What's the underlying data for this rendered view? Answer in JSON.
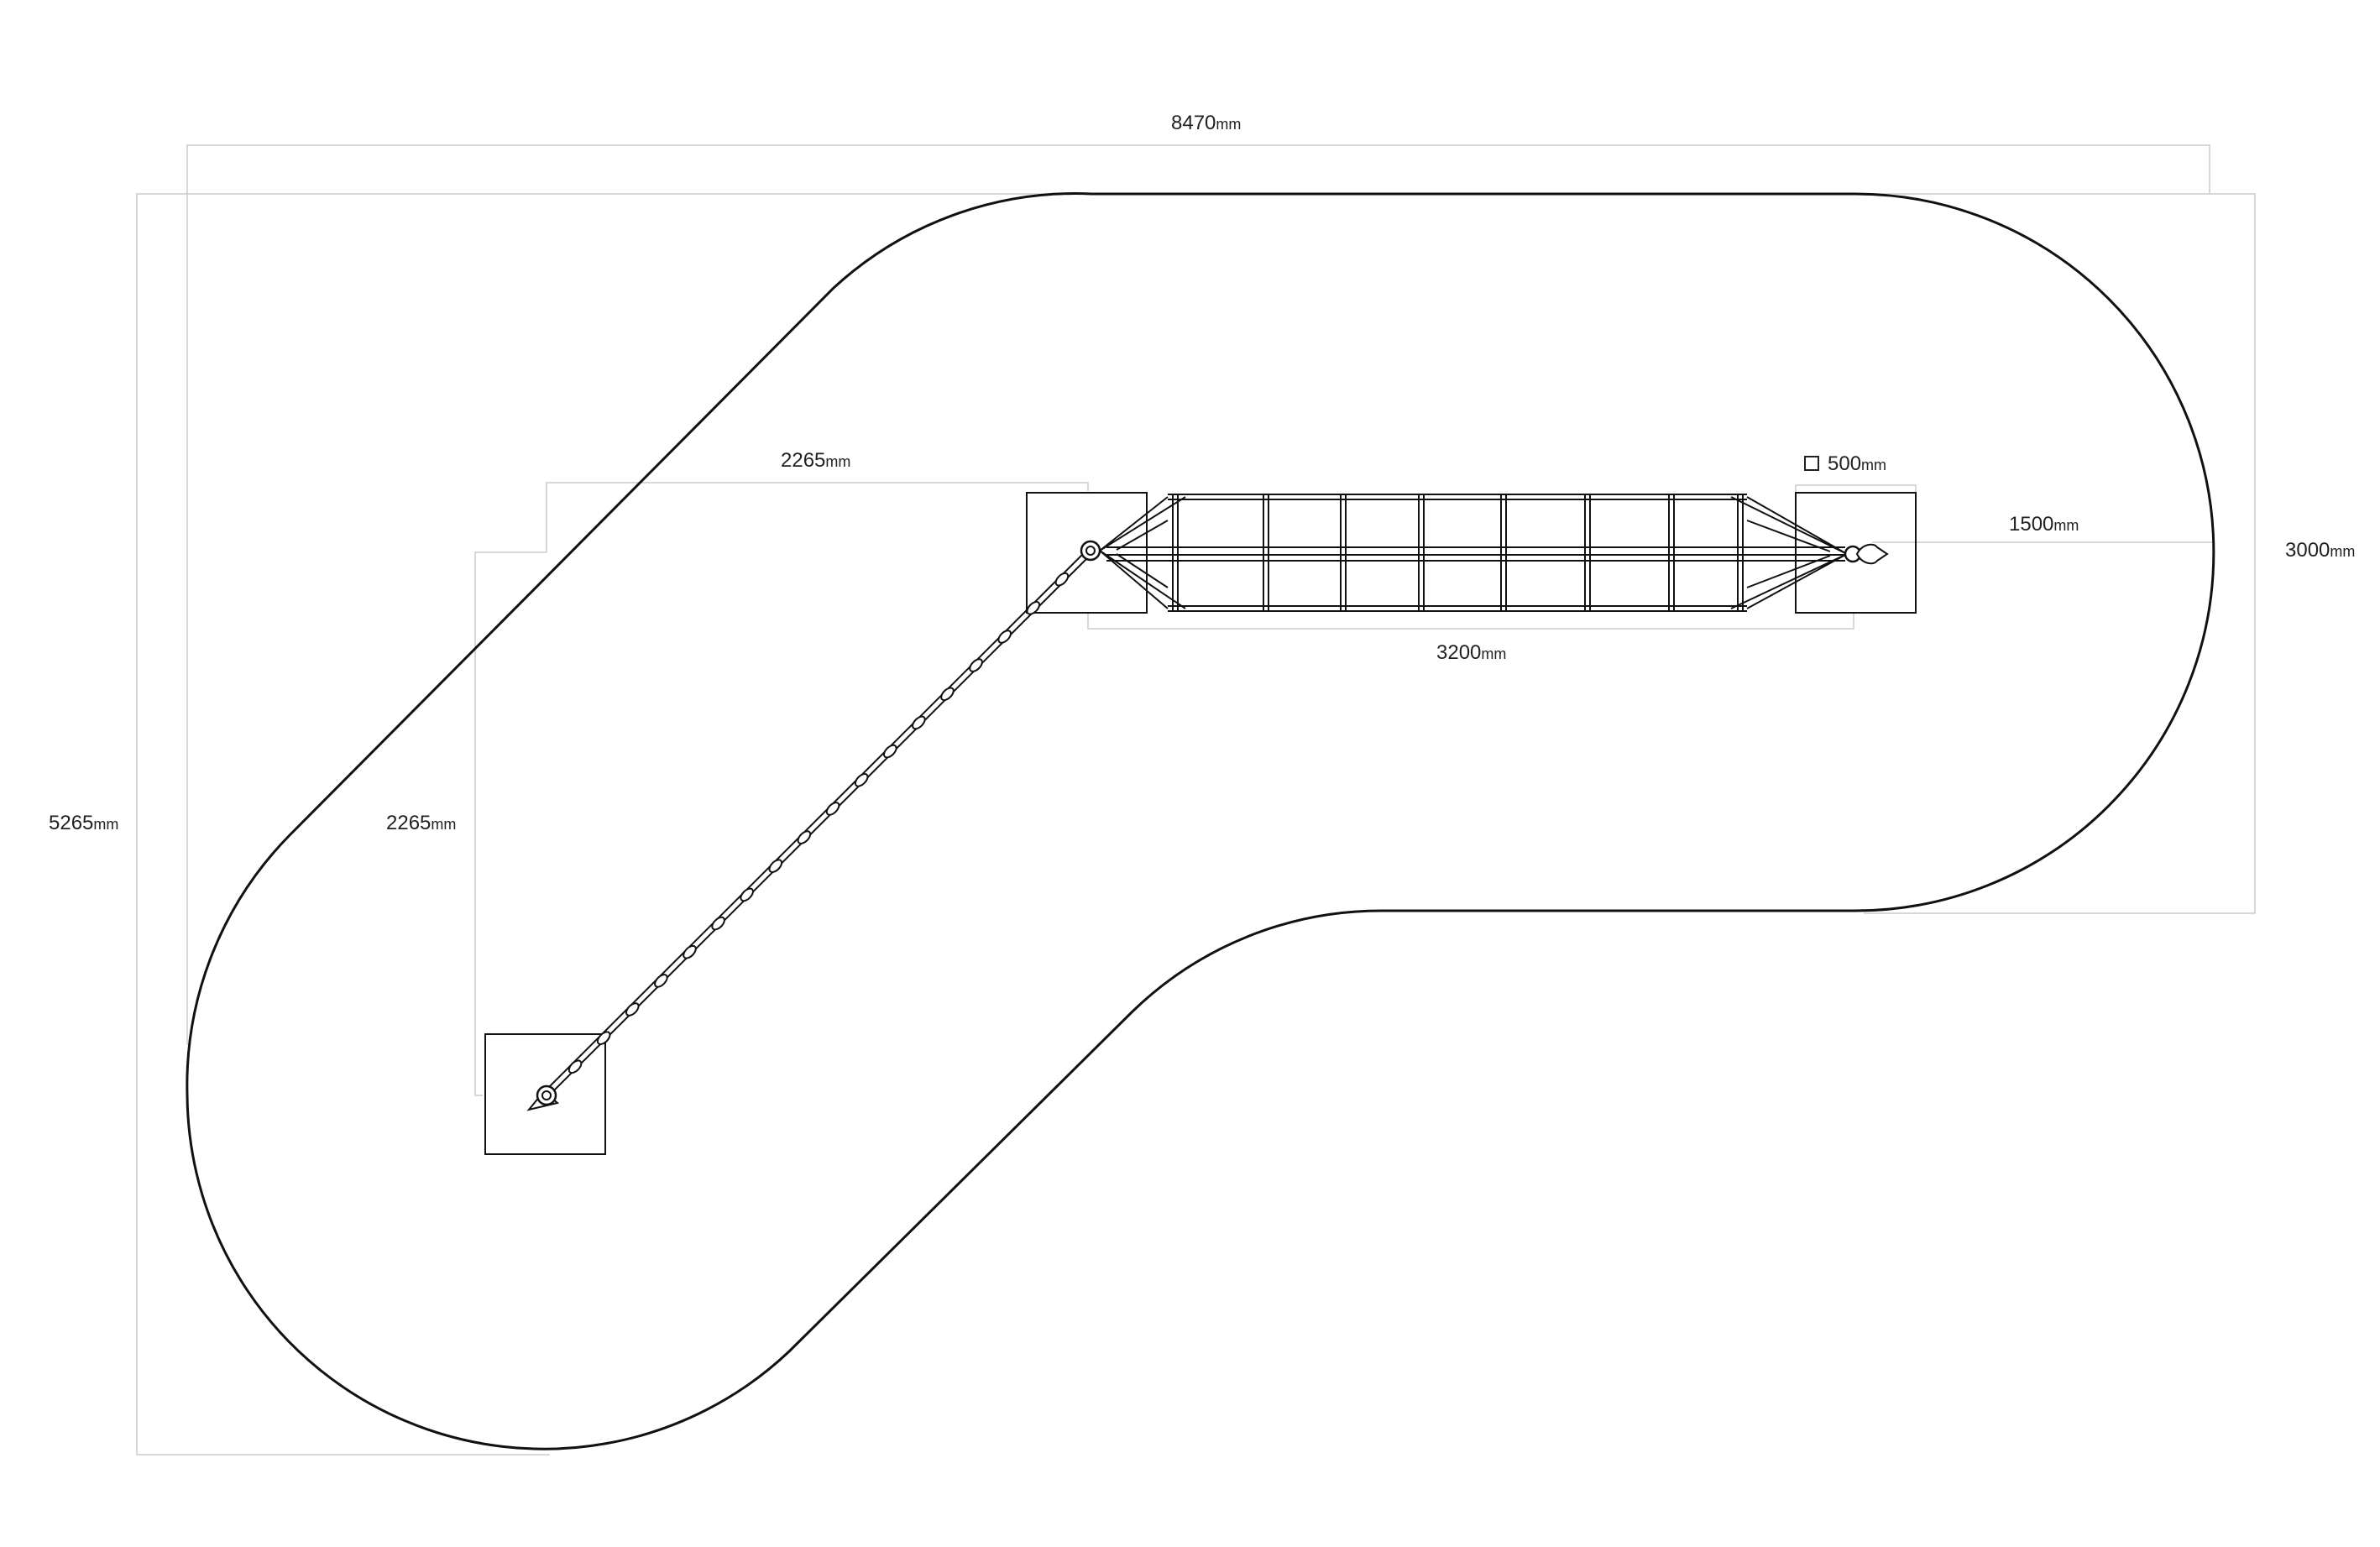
{
  "dimensions": {
    "overall_width": {
      "value": "8470",
      "unit": "mm"
    },
    "overall_height": {
      "value": "5265",
      "unit": "mm"
    },
    "right_depth": {
      "value": "3000",
      "unit": "mm"
    },
    "clearance": {
      "value": "1500",
      "unit": "mm"
    },
    "ladder_length": {
      "value": "3200",
      "unit": "mm"
    },
    "post_size": {
      "value": "500",
      "unit": "mm"
    },
    "diag_horizontal": {
      "value": "2265",
      "unit": "mm"
    },
    "diag_vertical": {
      "value": "2265",
      "unit": "mm"
    }
  },
  "colors": {
    "line": "#111111",
    "dim_line": "#cccccc",
    "text": "#222222",
    "background": "#ffffff"
  }
}
